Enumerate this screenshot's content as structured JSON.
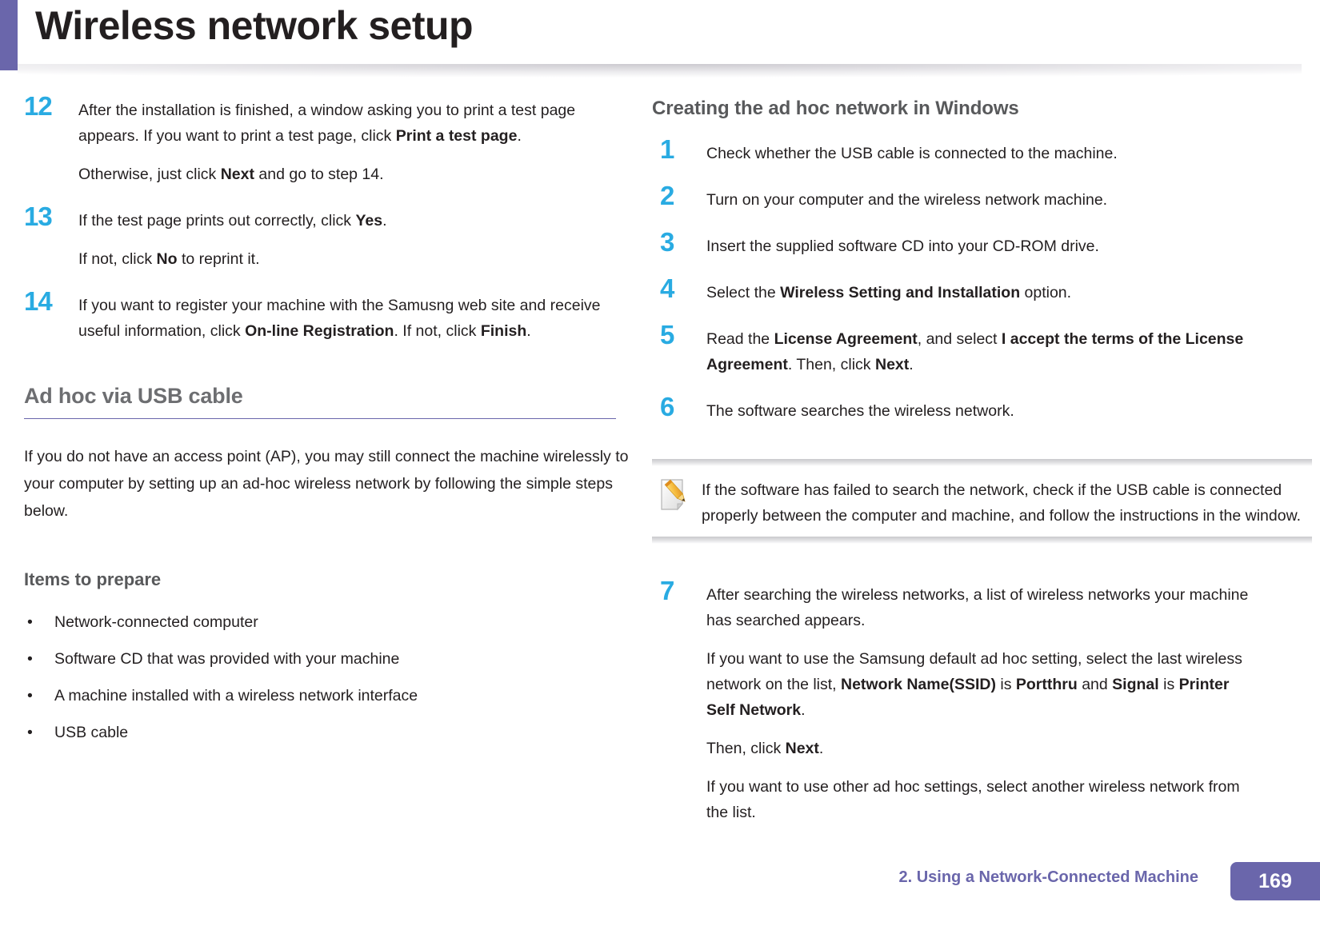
{
  "header": {
    "title": "Wireless network setup",
    "accent_color": "#6a66ab"
  },
  "colors": {
    "step_number": "#29abe2",
    "heading_gray": "#6d6e71",
    "rule_purple": "#6a66ab"
  },
  "left_column": {
    "steps": [
      {
        "number": "12",
        "paragraphs": [
          "After the installation is finished, a window asking you to print a test page appears. If you want to print a test page, click |Print a test page|.",
          "Otherwise, just click |Next| and go to step 14."
        ]
      },
      {
        "number": "13",
        "paragraphs": [
          "If the test page prints out correctly, click |Yes|.",
          "If not, click |No| to reprint it."
        ]
      },
      {
        "number": "14",
        "paragraphs": [
          "If you want to register your machine with the Samusng web site and receive useful information, click |On-line Registration|. If not, click |Finish|."
        ]
      }
    ],
    "section_heading": "Ad hoc via USB cable",
    "section_intro": "If you do not have an access point (AP), you may still connect the machine wirelessly to your computer by setting up an ad-hoc wireless network by following the simple steps below.",
    "items_heading": "Items to prepare",
    "items": [
      "Network-connected computer",
      "Software CD that was provided with your machine",
      "A machine installed with a wireless network interface",
      "USB cable"
    ],
    "bullet_glyph": "•"
  },
  "right_column": {
    "heading": "Creating the ad hoc network in Windows",
    "steps_before_note": [
      {
        "number": "1",
        "paragraphs": [
          "Check whether the USB cable is connected to the machine."
        ]
      },
      {
        "number": "2",
        "paragraphs": [
          "Turn on your computer and the wireless network machine."
        ]
      },
      {
        "number": "3",
        "paragraphs": [
          "Insert the supplied software CD into your CD-ROM drive."
        ]
      },
      {
        "number": "4",
        "paragraphs": [
          "Select the |Wireless Setting and Installation| option."
        ]
      },
      {
        "number": "5",
        "paragraphs": [
          "Read the |License Agreement|, and select |I accept the terms of the License Agreement|. Then, click |Next|."
        ]
      },
      {
        "number": "6",
        "paragraphs": [
          "The software searches the wireless network."
        ]
      }
    ],
    "note": {
      "icon_name": "note-pencil-icon",
      "text": "If the software has failed to search the network, check if the USB cable is connected properly between the computer and machine, and follow the instructions in the window."
    },
    "steps_after_note": [
      {
        "number": "7",
        "paragraphs": [
          "After searching the wireless networks, a list of wireless networks your machine has searched appears.",
          "If you want to use the Samsung default ad hoc setting, select the last wireless network on the list, |Network Name(SSID)| is |Portthru| and |Signal| is |Printer Self Network|.",
          "Then, click |Next|.",
          "If you want to use other ad hoc settings, select another wireless network from the list."
        ]
      }
    ]
  },
  "footer": {
    "chapter_text": "2.  Using a Network-Connected Machine",
    "page_number": "169"
  }
}
